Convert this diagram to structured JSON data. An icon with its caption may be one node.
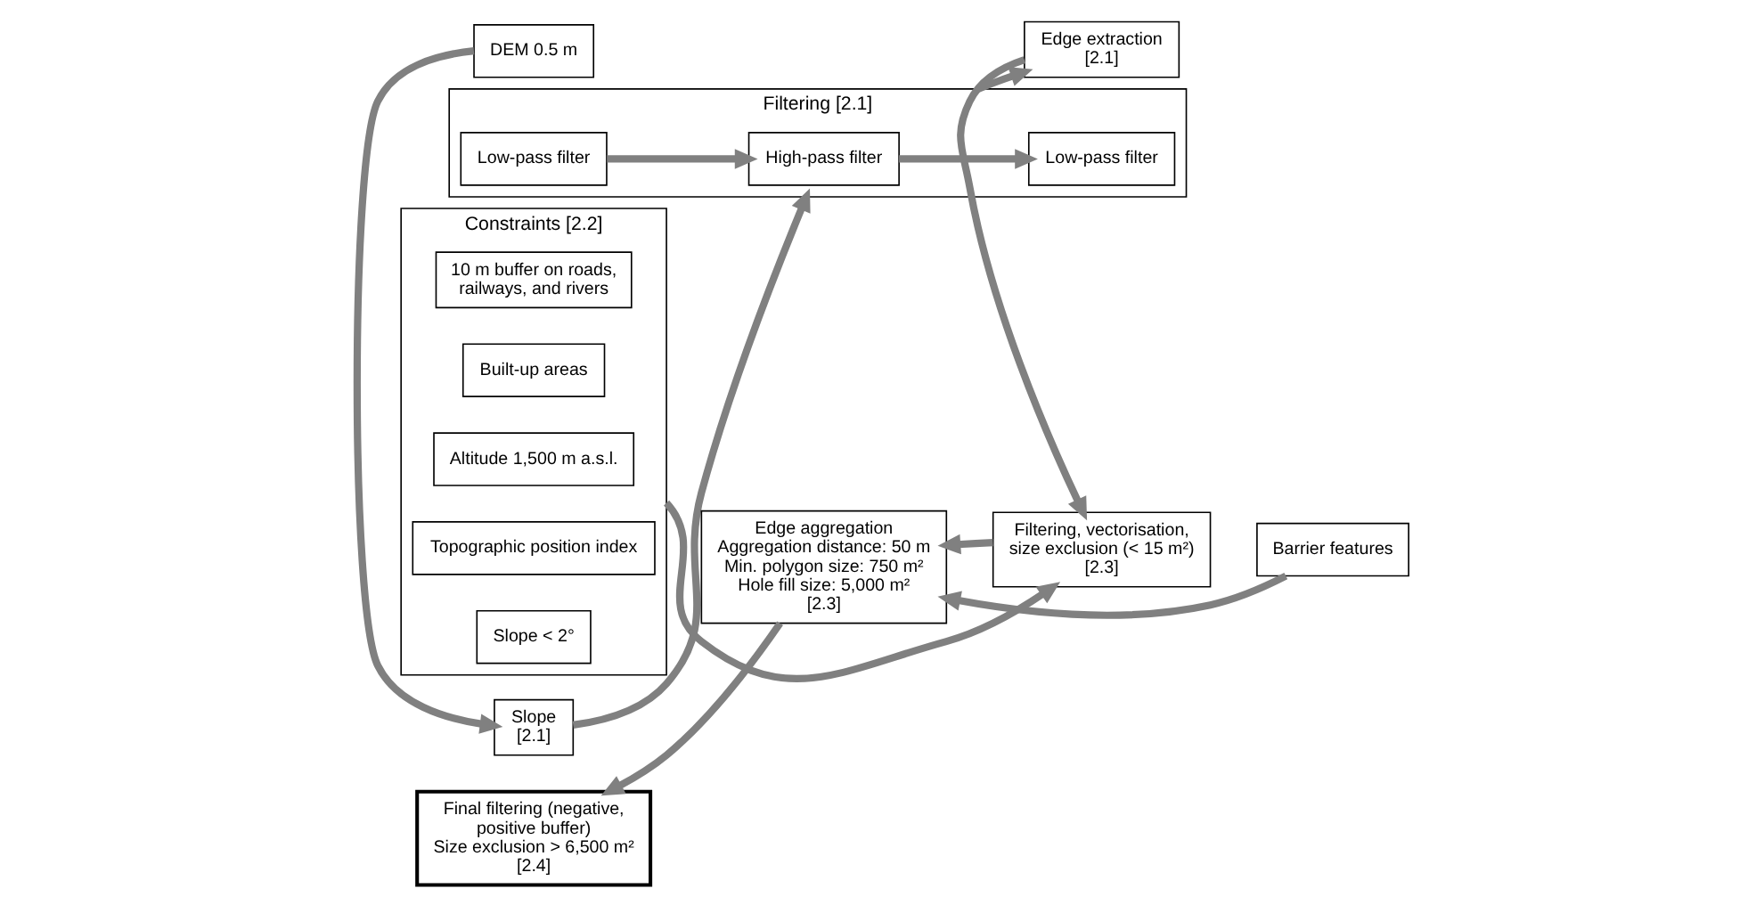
{
  "diagram": {
    "nodes": [
      {
        "text": [
          "Slope",
          "[2.1]"
        ]
      },
      {
        "text": [
          "Filtering [2.1]"
        ]
      },
      {
        "text": [
          "Low-pass filter"
        ],
        "in": 1
      },
      {
        "text": [
          "High-pass filter"
        ],
        "in": 1
      },
      {
        "text": [
          "Low-pass filter"
        ],
        "in": 1
      },
      {
        "text": [
          "Edge extraction",
          "[2.1]"
        ]
      },
      {
        "text": [
          "Barrier features"
        ]
      },
      {
        "text": [
          "Constraints [2.2]"
        ]
      },
      {
        "text": [
          "10 m buffer on roads, railways, and rivers"
        ],
        "in": 7
      },
      {
        "text": [
          "Built-up areas"
        ],
        "in": 7
      },
      {
        "text": [
          "Altitude 1,500 m a.s.l."
        ],
        "in": 7
      },
      {
        "text": [
          "Topographic position index"
        ],
        "in": 7
      },
      {
        "text": [
          "Slope < 2°"
        ],
        "in": 7
      },
      {
        "text": [
          "DEM 0.5 m"
        ]
      },
      {
        "text": [
          "Final filtering (negative, positive buffer)",
          "Size exclusion > 6,500 m²",
          "[2.4]"
        ]
      },
      {
        "text": [
          "Edge aggregation",
          "Aggregation distance: 50 m",
          "Min. polygon size: 750 m²",
          "Hole fill size: 5,000 m²",
          "[2.3]"
        ]
      },
      {
        "text": [
          "Filtering, vectorisation, size exclusion (< 15 m²)",
          "[2.3]"
        ]
      }
    ],
    "edges": [
      {
        "from": 13,
        "to": 0,
        "arrow": "to"
      },
      {
        "from": 0,
        "to": 1,
        "arrow": "to"
      },
      {
        "from": 2,
        "to": 3,
        "arrow": "to"
      },
      {
        "from": 3,
        "to": 4,
        "arrow": "to"
      },
      {
        "from": 1,
        "to": 5,
        "arrow": "to"
      },
      {
        "from": 5,
        "to": 16,
        "arrow": "to"
      },
      {
        "from": 6,
        "to": 15,
        "arrow": "to"
      },
      {
        "from": 7,
        "to": 16,
        "arrow": "to"
      },
      {
        "from": 16,
        "to": 15,
        "arrow": "to"
      },
      {
        "from": 15,
        "to": 14,
        "arrow": "to"
      }
    ]
  }
}
